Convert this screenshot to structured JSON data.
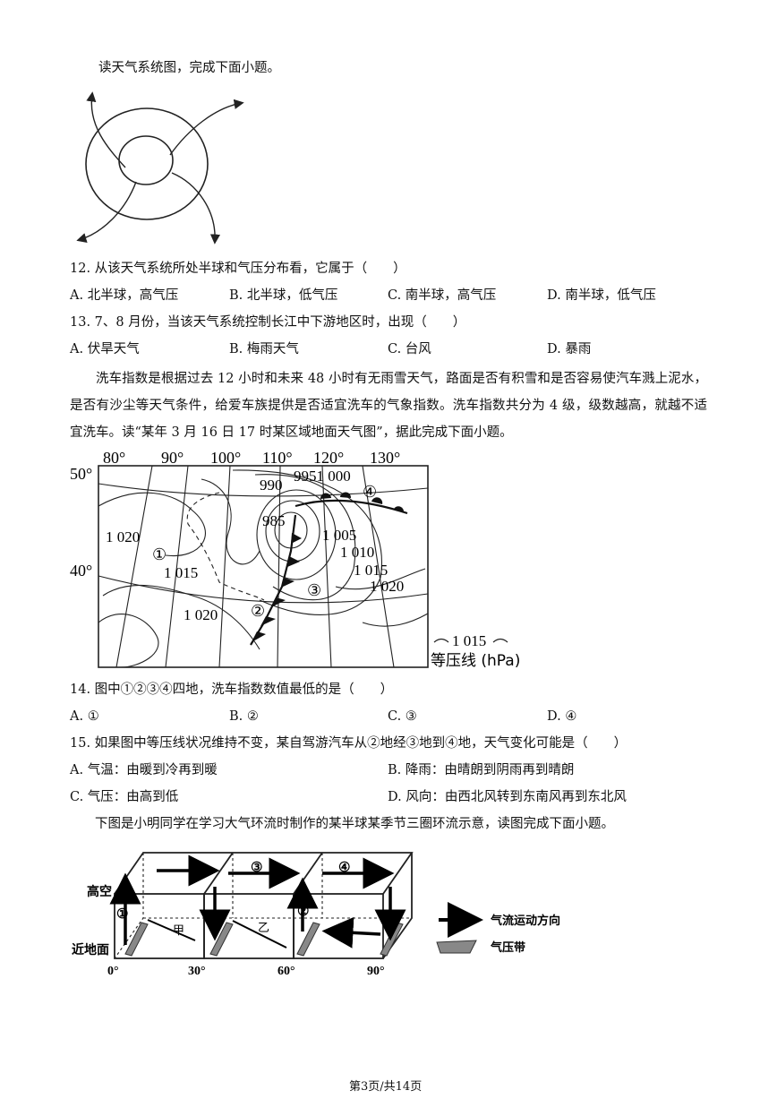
{
  "intro1": "读天气系统图，完成下面小题。",
  "q12": {
    "stem": "12. 从该天气系统所处半球和气压分布看，它属于（　　）",
    "options": [
      "A. 北半球，高气压",
      "B. 北半球，低气压",
      "C. 南半球，高气压",
      "D. 南半球，低气压"
    ]
  },
  "q13": {
    "stem": "13. 7、8 月份，当该天气系统控制长江中下游地区时，出现（　　）",
    "options": [
      "A. 伏旱天气",
      "B. 梅雨天气",
      "C. 台风",
      "D. 暴雨"
    ]
  },
  "intro2": "洗车指数是根据过去 12 小时和未来 48 小时有无雨雪天气，路面是否有积雪和是否容易使汽车溅上泥水，是否有沙尘等天气条件，给爱车族提供是否适宜洗车的气象指数。洗车指数共分为 4 级，级数越高，就越不适宜洗车。读“某年 3 月 16 日 17 时某区域地面天气图”，据此完成下面小题。",
  "map": {
    "lon_labels": [
      "80°",
      "90°",
      "100°",
      "110°",
      "120°",
      "130°"
    ],
    "lat_labels": [
      "50°",
      "40°"
    ],
    "isobar_labels": [
      "990",
      "9951 000",
      "985",
      "1 020",
      "1 005",
      "1 010",
      "1 015",
      "1 015",
      "1 020",
      "1 020"
    ],
    "point_labels": [
      "①",
      "②",
      "③",
      "④"
    ],
    "legend_value": "1 015",
    "legend_label": "等压线 (hPa)"
  },
  "q14": {
    "stem": "14. 图中①②③④四地，洗车指数数值最低的是（　　）",
    "options": [
      "A. ①",
      "B. ②",
      "C. ③",
      "D. ④"
    ]
  },
  "q15": {
    "stem": "15. 如果图中等压线状况维持不变，某自驾游汽车从②地经③地到④地，天气变化可能是（　　）",
    "options": [
      "A. 气温：由暖到冷再到暖",
      "B. 降雨：由晴朗到阴雨再到晴朗",
      "C. 气压：由高到低",
      "D. 风向：由西北风转到东南风再到东北风"
    ]
  },
  "intro3": "下图是小明同学在学习大气环流时制作的某半球某季节三圈环流示意，读图完成下面小题。",
  "circ": {
    "high": "高空",
    "low": "近地面",
    "lat": [
      "0°",
      "30°",
      "60°",
      "90°"
    ],
    "cells": [
      "①",
      "②",
      "③",
      "④"
    ],
    "names": [
      "甲",
      "乙"
    ],
    "legend_arrow": "气流运动方向",
    "legend_belt": "气压带"
  },
  "footer": "第3页/共14页"
}
